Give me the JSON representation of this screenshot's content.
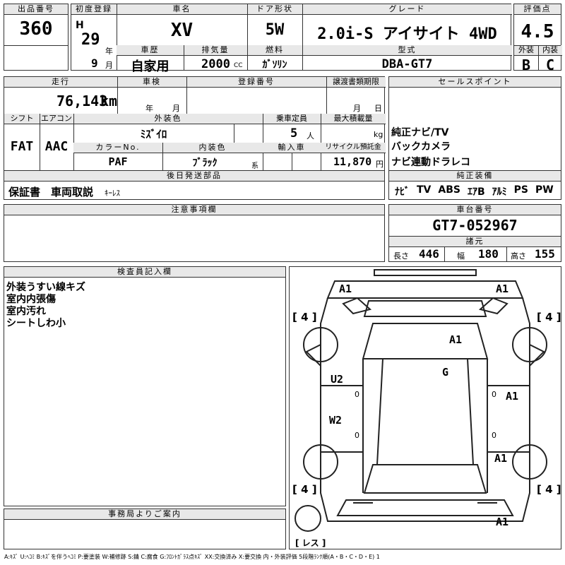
{
  "header": {
    "lot_label": "出品番号",
    "lot": "360",
    "reg_label": "初度登録",
    "era": "H",
    "year": "29",
    "year_unit": "年",
    "month": "9",
    "month_unit": "月",
    "name_label": "車名",
    "name": "XV",
    "door_label": "ドア形状",
    "door": "5W",
    "grade_label": "グレード",
    "grade": "2.0i-S アイサイト 4WD",
    "score_label": "評価点",
    "score": "4.5",
    "history_label": "車歴",
    "history": "自家用",
    "disp_label": "排気量",
    "disp": "2000",
    "disp_unit": "CC",
    "fuel_label": "燃料",
    "fuel": "ｶﾞｿﾘﾝ",
    "model_label": "型式",
    "model": "DBA-GT7",
    "ext_label": "外装",
    "ext": "B",
    "int_label": "内装",
    "int": "C"
  },
  "row2": {
    "mileage_label": "走行",
    "mileage": "76,143",
    "mileage_unit": "km",
    "inspect_label": "車検",
    "inspect_year": "年",
    "inspect_month": "月",
    "plate_label": "登録番号",
    "transfer_label": "譲渡書類期限",
    "transfer_month": "月",
    "transfer_day": "日",
    "shift_label": "シフト",
    "shift": "FAT",
    "ac_label": "エアコン",
    "ac": "AAC",
    "color_label": "外装色",
    "color": "ﾐｽﾞｲﾛ",
    "cap_label": "乗車定員",
    "cap": "5",
    "cap_unit": "人",
    "load_label": "最大積載量",
    "load_unit": "kg",
    "colorno_label": "カラーNo.",
    "colorno": "PAF",
    "intcolor_label": "内装色",
    "intcolor": "ﾌﾞﾗｯｸ",
    "intcolor_unit": "系",
    "import_label": "輸入車",
    "recycle_label": "リサイクル預託金",
    "recycle": "11,870",
    "recycle_unit": "円",
    "later_label": "後日発送部品",
    "later_a": "保証書",
    "later_b": "車両取説",
    "later_c": "ｷｰﾚｽ"
  },
  "sales": {
    "label": "セールスポイント",
    "items": [
      "純正ナビ/TV",
      "バックカメラ",
      "ナビ連動ドラレコ"
    ],
    "equip_label": "純正装備",
    "equip": [
      "ﾅﾋﾞ",
      "TV",
      "ABS",
      "ｴｱB",
      "ｱﾙﾐ",
      "PS",
      "PW"
    ]
  },
  "notes": {
    "label": "注意事項欄"
  },
  "chassis": {
    "label": "車台番号",
    "number": "GT7-052967",
    "dims_label": "諸元",
    "len_label": "長さ",
    "len": "446",
    "wid_label": "幅",
    "wid": "180",
    "hei_label": "高さ",
    "hei": "155"
  },
  "inspector": {
    "label": "検査員記入欄",
    "lines": [
      "外装うすい線キズ",
      "室内内張傷",
      "室内汚れ",
      "シートしわ小"
    ]
  },
  "office": {
    "label": "事務局よりご案内"
  },
  "diagram": {
    "marks": [
      "A1",
      "A1",
      "A1",
      "G",
      "U2",
      "A1",
      "W2",
      "A1",
      "A1"
    ],
    "tires": [
      "4",
      "4",
      "4",
      "4"
    ],
    "spare": "レス",
    "zeros": [
      "0",
      "0",
      "0",
      "0"
    ]
  },
  "legend": "A:ｷｽﾞ U:ﾍｺﾐ B:ｷｽﾞを伴うﾍｺﾐ P:要塗装 W:補修跡 S:錆 C:腐食 G:ﾌﾛﾝﾄｶﾞﾗｽ点ｷｽﾞ XX:交換済み X:要交換 内・外装評価 5段階ﾗﾝｸ順(A・B・C・D・E) 1"
}
